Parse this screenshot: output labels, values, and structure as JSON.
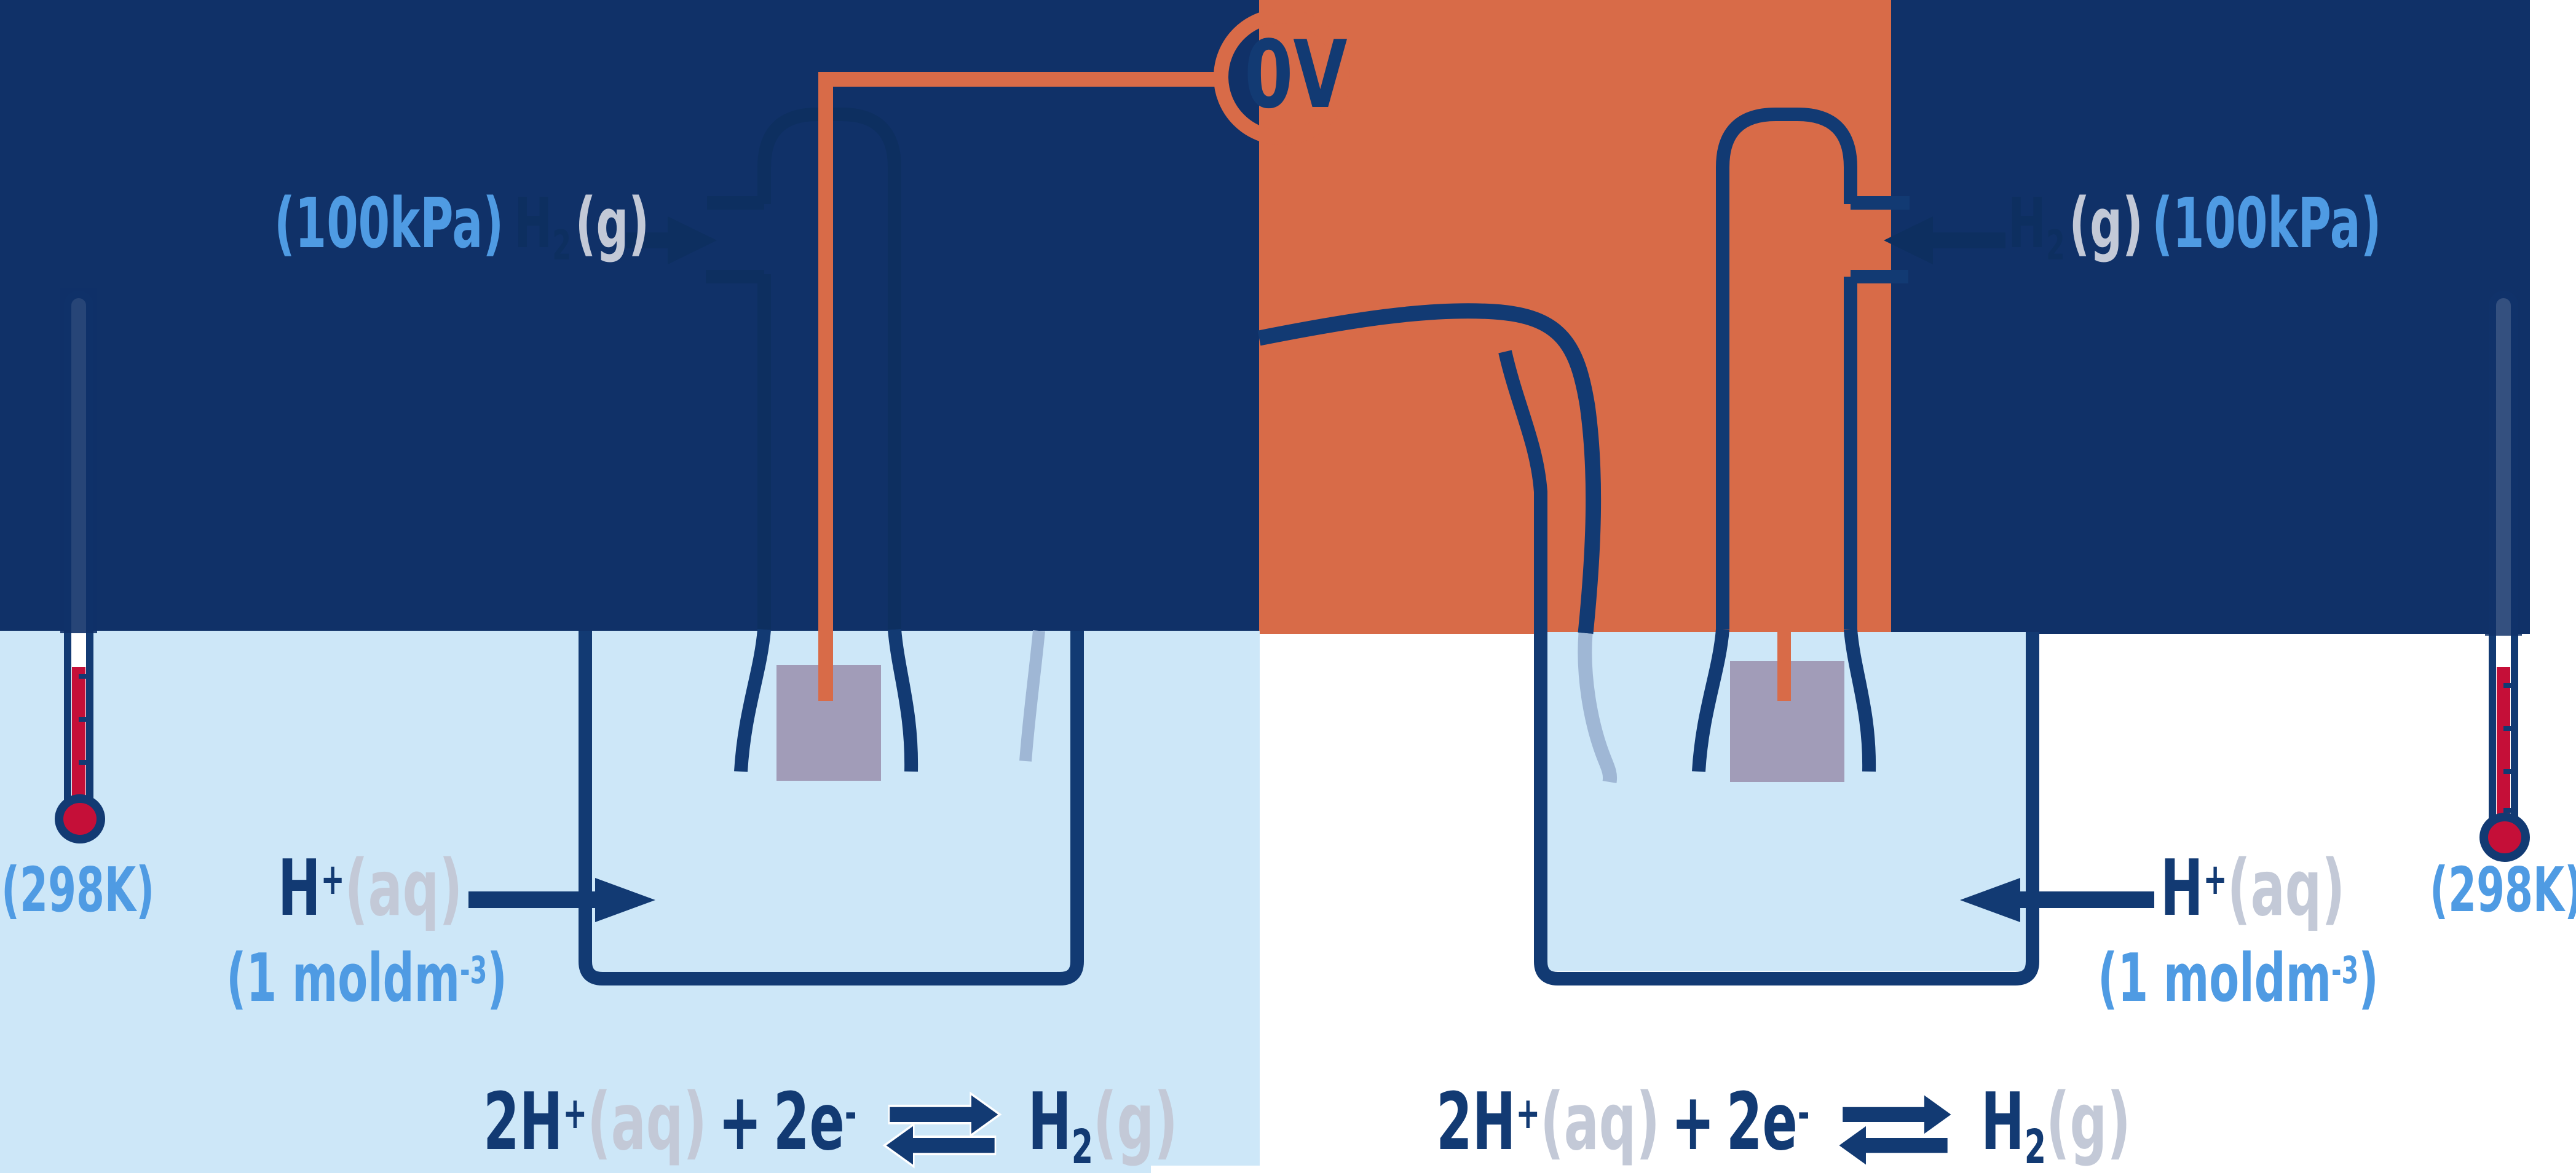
{
  "voltmeter": {
    "reading": "0V"
  },
  "left_cell": {
    "gas_pressure": "(100kPa)",
    "gas_symbol": "H",
    "gas_subscript": "2",
    "gas_state": "(g)",
    "ion_symbol": "H",
    "ion_charge": "+",
    "ion_state": "(aq)",
    "concentration_open": "(1 moldm",
    "concentration_exponent": "-3",
    "concentration_close": ")",
    "temperature": "(298K)",
    "equation": {
      "reactant": "2H",
      "reactant_charge": "+",
      "reactant_state": "(aq)",
      "plus": "+",
      "electrons": "2e",
      "electron_charge": "-",
      "product": "H",
      "product_subscript": "2",
      "product_state": "(g)"
    }
  },
  "right_cell": {
    "gas_pressure": "(100kPa)",
    "gas_symbol": "H",
    "gas_subscript": "2",
    "gas_state": "(g)",
    "ion_symbol": "H",
    "ion_charge": "+",
    "ion_state": "(aq)",
    "concentration_open": "(1 moldm",
    "concentration_exponent": "-3",
    "concentration_close": ")",
    "temperature": "(298K)",
    "equation": {
      "reactant": "2H",
      "reactant_charge": "+",
      "reactant_state": "(aq)",
      "plus": "+",
      "electrons": "2e",
      "electron_charge": "-",
      "product": "H",
      "product_subscript": "2",
      "product_state": "(g)"
    }
  },
  "colors": {
    "navy_block": "#103168",
    "navy_stroke": "#123a73",
    "faint_navy": "#0d2f60",
    "orange": "#d86b48",
    "light_blue": "#cde7f8",
    "sky_text": "#4f9be3",
    "gray_text": "#c3c9d7",
    "gray_blue_tube": "#9fb7d5",
    "electrode_gray": "#a19cb8",
    "thermometer_red": "#c50f38"
  }
}
